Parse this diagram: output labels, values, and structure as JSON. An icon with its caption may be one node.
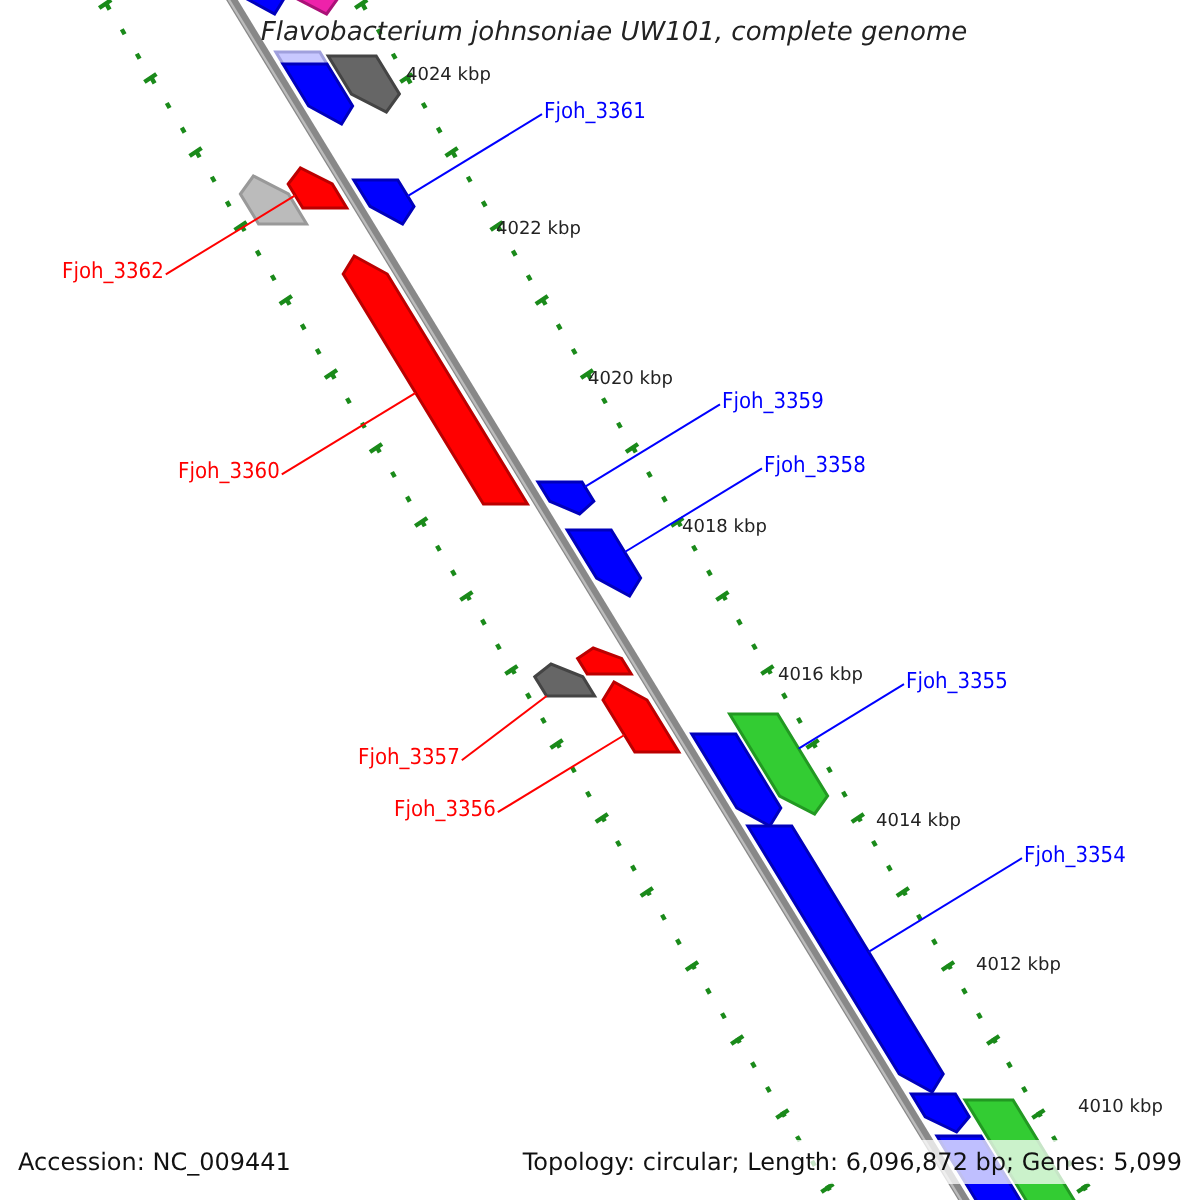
{
  "diagram": {
    "title": "Flavobacterium johnsoniae UW101, complete genome",
    "nodes": [
      {
        "text": [
          "Fjoh_3361"
        ]
      },
      {
        "text": [
          "Fjoh_3362"
        ]
      },
      {
        "text": [
          "Fjoh_3359"
        ]
      },
      {
        "text": [
          "Fjoh_3358"
        ]
      },
      {
        "text": [
          "Fjoh_3360"
        ]
      },
      {
        "text": [
          "Fjoh_3355"
        ]
      },
      {
        "text": [
          "Fjoh_3357"
        ]
      },
      {
        "text": [
          "Fjoh_3356"
        ]
      },
      {
        "text": [
          "Fjoh_3354"
        ]
      },
      {
        "text": [],
        "shape": "pentagon"
      },
      {
        "text": [],
        "shape": "pentagon"
      },
      {
        "text": [],
        "shape": "pentagon"
      },
      {
        "text": [],
        "shape": "pentagon"
      },
      {
        "text": [],
        "shape": "pentagon"
      },
      {
        "text": [],
        "shape": "pentagon"
      },
      {
        "text": [],
        "shape": "pentagon"
      },
      {
        "text": [],
        "shape": "pentagon"
      },
      {
        "text": [],
        "shape": "pentagon"
      },
      {
        "text": [],
        "shape": "pentagon"
      },
      {
        "text": [],
        "shape": "pentagon"
      },
      {
        "text": [],
        "shape": "pentagon"
      },
      {
        "text": [],
        "shape": "pentagon"
      },
      {
        "text": [],
        "shape": "pentagon"
      },
      {
        "text": [],
        "shape": "pentagon"
      },
      {
        "text": [],
        "shape": "pentagon"
      },
      {
        "text": [],
        "shape": "pentagon"
      },
      {
        "text": [],
        "shape": "pentagon"
      },
      {
        "text": [],
        "shape": "pentagon"
      },
      {
        "text": [],
        "shape": "pentagon"
      }
    ],
    "edges": [
      {
        "from": 0,
        "to": 16,
        "arrow": "none"
      },
      {
        "from": 1,
        "to": 14,
        "arrow": "none",
        "color": "#ff0000"
      },
      {
        "from": 2,
        "to": 18,
        "arrow": "none"
      },
      {
        "from": 3,
        "to": 19,
        "arrow": "none"
      },
      {
        "from": 4,
        "to": 17,
        "arrow": "none",
        "color": "#ff0000"
      },
      {
        "from": 5,
        "to": 23,
        "arrow": "none"
      },
      {
        "from": 6,
        "to": 21,
        "arrow": "none",
        "color": "#ff0000"
      },
      {
        "from": 7,
        "to": 22,
        "arrow": "none",
        "color": "#ff0000"
      },
      {
        "from": 8,
        "to": 25,
        "arrow": "none"
      }
    ],
    "labels": [
      "4024 kbp",
      "4022 kbp",
      "4020 kbp",
      "4018 kbp",
      "4016 kbp",
      "4014 kbp",
      "4012 kbp",
      "4010 kbp",
      "Accession: NC_009441",
      "Topology: circular; Length: 6,096,872 bp; Genes: 5,099"
    ]
  }
}
